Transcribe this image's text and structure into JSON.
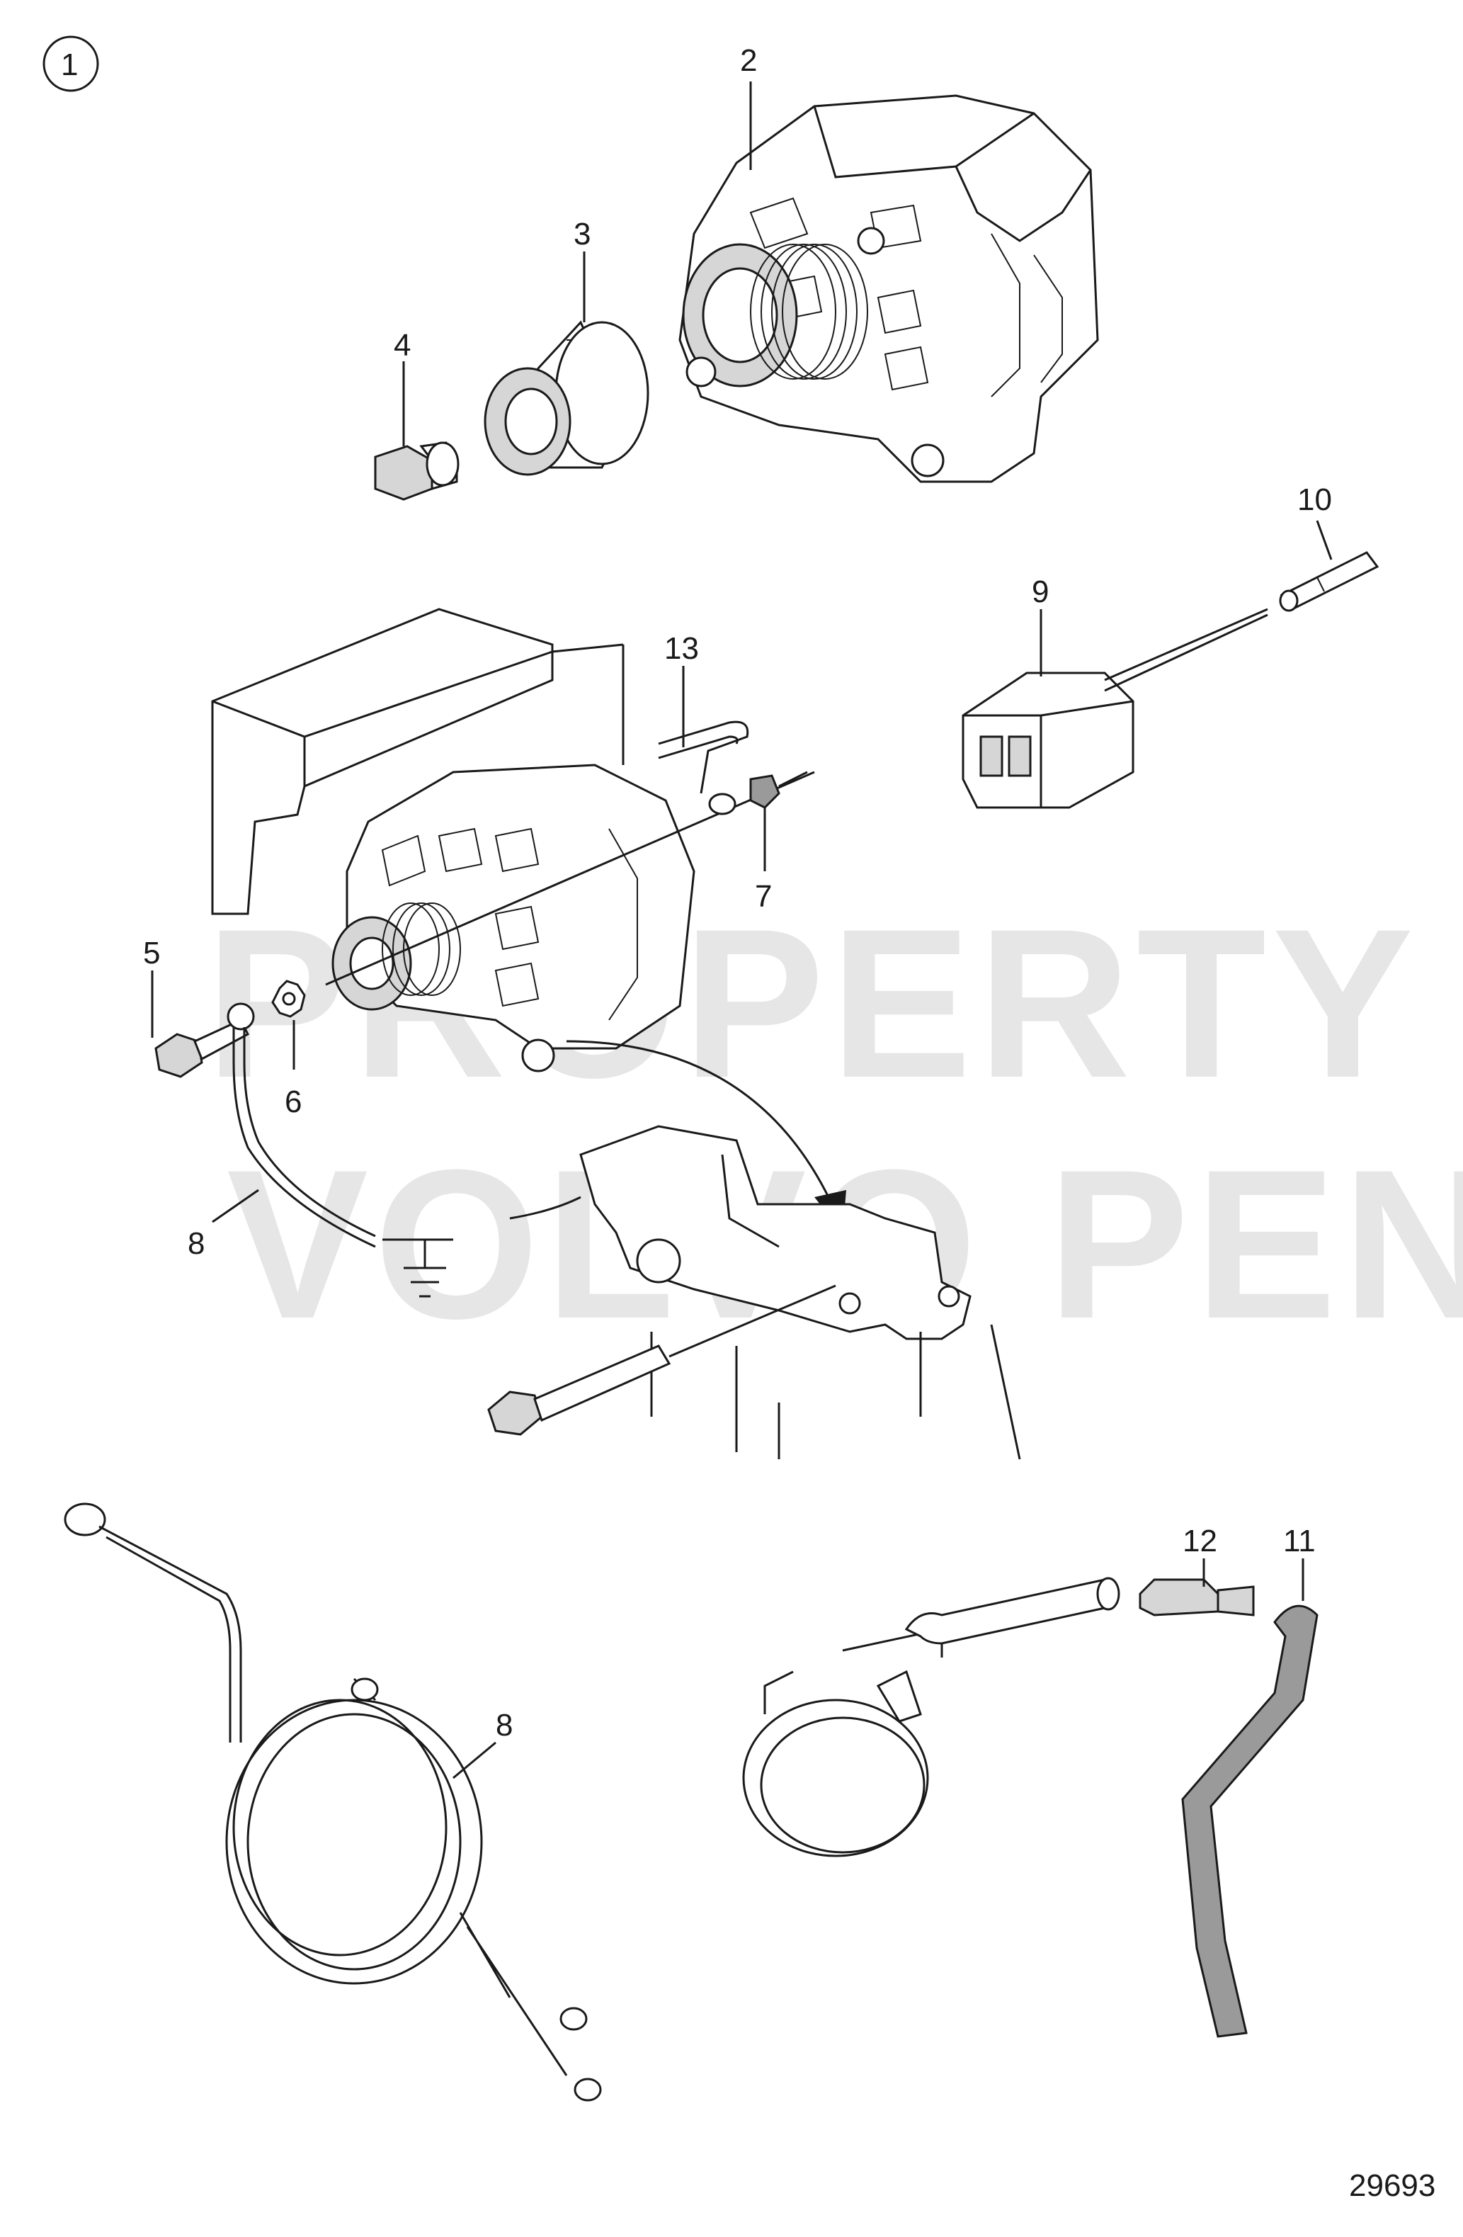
{
  "diagram": {
    "group_number": "1",
    "drawing_number": "29693",
    "watermark": [
      "PROPERTY OF",
      "VOLVO PENTA"
    ],
    "callouts": [
      "2",
      "3",
      "4",
      "13",
      "10",
      "9",
      "7",
      "5",
      "6",
      "8",
      "12",
      "11",
      "8"
    ]
  }
}
